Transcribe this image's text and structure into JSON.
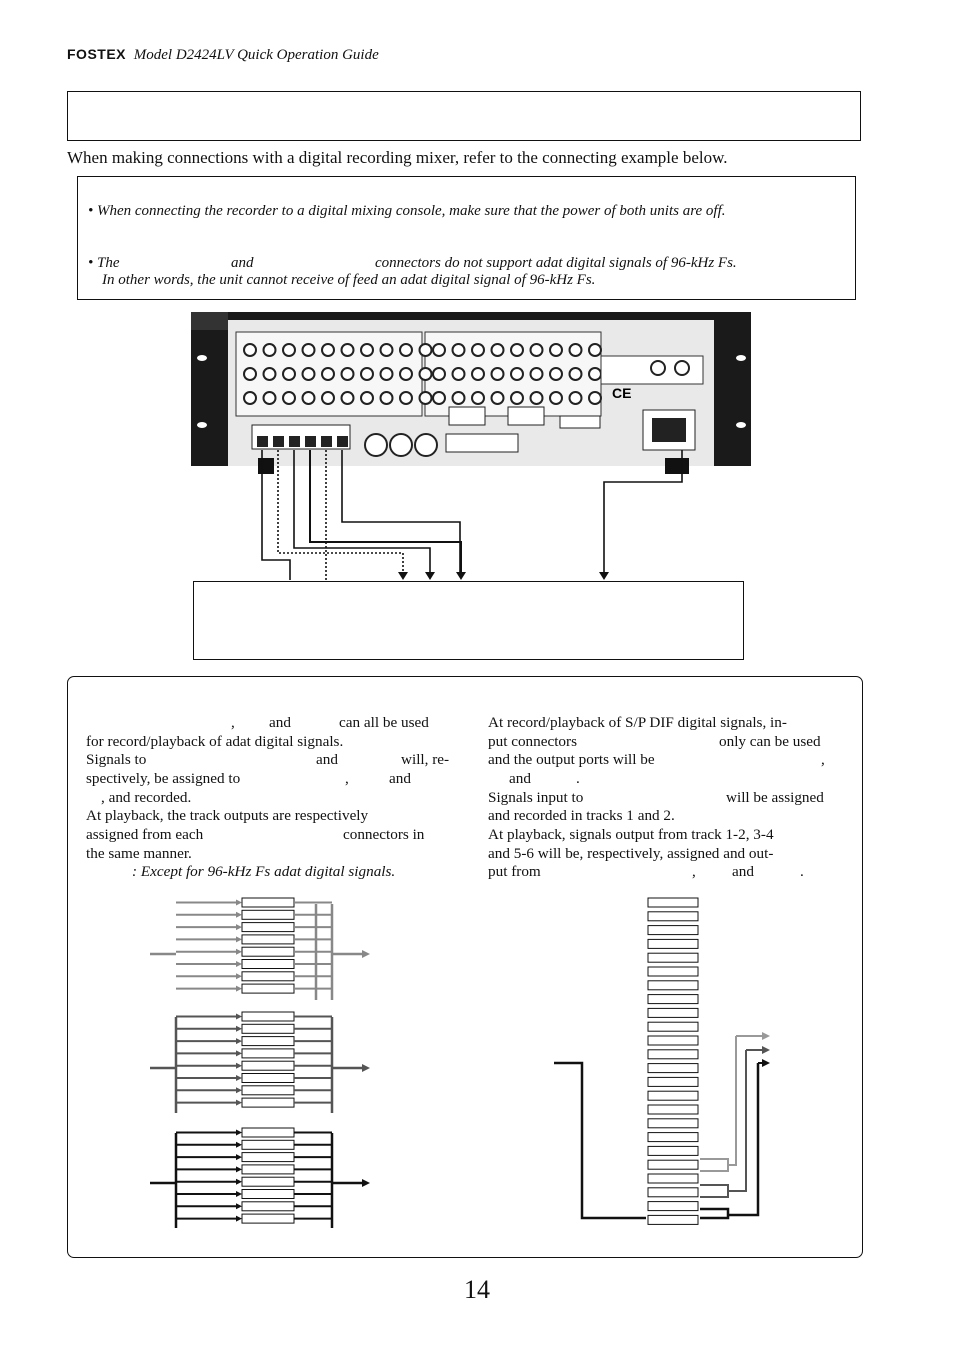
{
  "header": {
    "brand": "FOSTEX",
    "title": "Model D2424LV  Quick Operation Guide"
  },
  "intro": "When making connections with a digital recording mixer, refer to the connecting example below.",
  "notes": {
    "note1": "• When connecting the recorder to a digital mixing console, make sure that the power of both units are off.",
    "note2_prefix": "• The",
    "note2_and": "and",
    "note2_rest": "connectors do not support adat digital signals of 96-kHz Fs.",
    "note2_line2": "In other words, the unit cannot receive of feed an adat digital signal of 96-kHz Fs."
  },
  "left_column": {
    "l1a": ",",
    "l1b": "and",
    "l1c": "can all be used",
    "l2": "for record/playback of adat digital signals.",
    "l3a": "Signals to",
    "l3b": "and",
    "l3c": "will, re-",
    "l4a": "spectively, be assigned to",
    "l4b": ",",
    "l4c": "and",
    "l5": ", and recorded.",
    "l6": "At playback, the track outputs are respectively",
    "l7a": "assigned from each",
    "l7b": "connectors in",
    "l8": "the same manner.",
    "l9": ": Except for 96-kHz Fs adat digital signals."
  },
  "right_column": {
    "r1": "At record/playback of S/P DIF digital signals, in-",
    "r2a": "put connectors",
    "r2b": "only can be used",
    "r3a": "and the output ports will be",
    "r3b": ",",
    "r4a": "and",
    "r4b": ".",
    "r5a": "Signals input to",
    "r5b": "will be assigned",
    "r6": "and recorded in tracks 1 and 2.",
    "r7": "At playback, signals output from track 1-2, 3-4",
    "r8": "and 5-6 will be, respectively, assigned and out-",
    "r9a": "put from",
    "r9b": ",",
    "r9c": "and",
    "r9d": "."
  },
  "page_number": "14"
}
